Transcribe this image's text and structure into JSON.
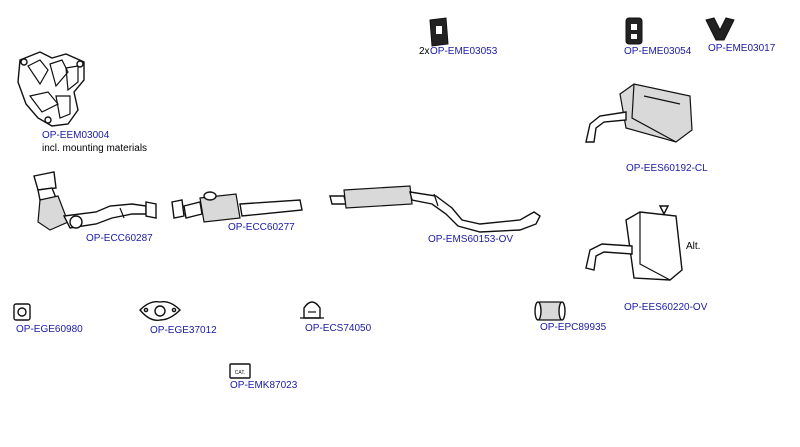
{
  "parts": [
    {
      "id": "eem03004",
      "code": "OP-EEM03004",
      "note": "incl. mounting materials"
    },
    {
      "id": "ecc60287",
      "code": "OP-ECC60287"
    },
    {
      "id": "ecc60277",
      "code": "OP-ECC60277"
    },
    {
      "id": "ems60153",
      "code": "OP-EMS60153-OV"
    },
    {
      "id": "eme03053",
      "code": "OP-EME03053",
      "qty": "2x"
    },
    {
      "id": "eme03054",
      "code": "OP-EME03054"
    },
    {
      "id": "eme03017",
      "code": "OP-EME03017"
    },
    {
      "id": "ees60192",
      "code": "OP-EES60192-CL"
    },
    {
      "id": "ees60220",
      "code": "OP-EES60220-OV",
      "note": "Alt."
    },
    {
      "id": "ege60980",
      "code": "OP-EGE60980"
    },
    {
      "id": "ege37012",
      "code": "OP-EGE37012"
    },
    {
      "id": "ecs74050",
      "code": "OP-ECS74050"
    },
    {
      "id": "epc89935",
      "code": "OP-EPC89935"
    },
    {
      "id": "emk87023",
      "code": "OP-EMK87023",
      "icon_text": "CAT."
    }
  ],
  "colors": {
    "link": "#1a1aa6",
    "outline": "#111111"
  }
}
